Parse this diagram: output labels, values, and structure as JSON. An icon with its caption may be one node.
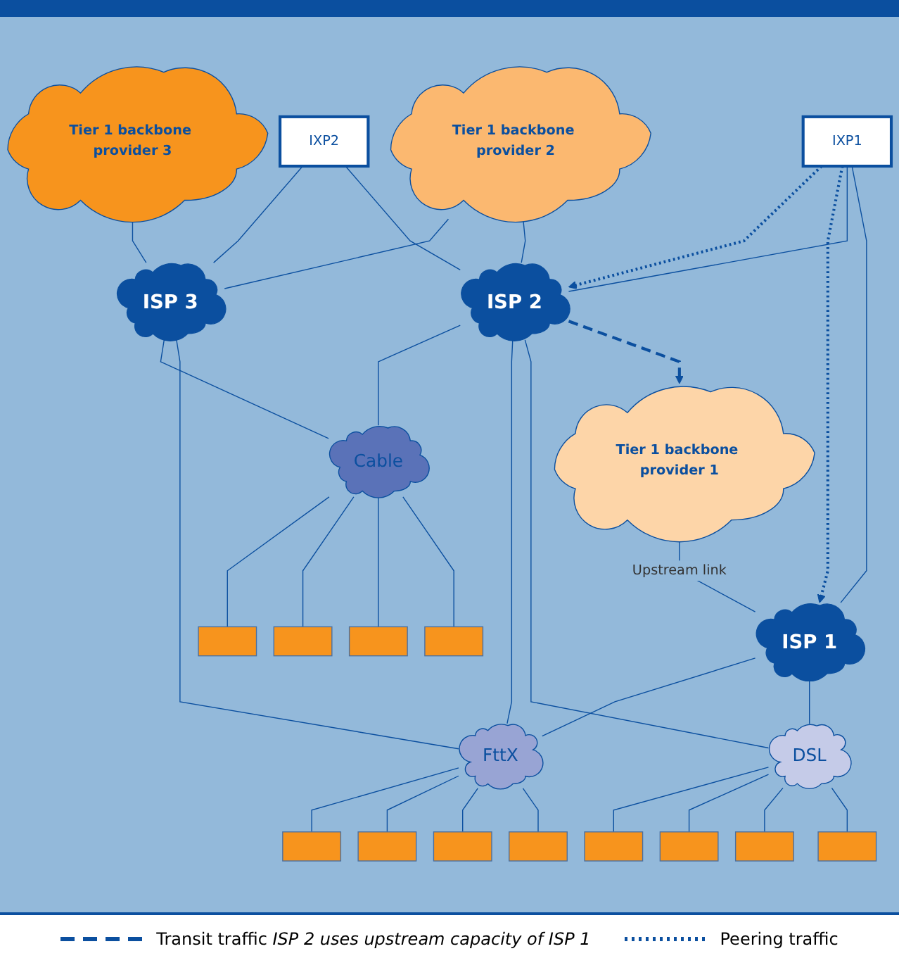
{
  "diagram": {
    "nodes": [
      {
        "text": [
          "Tier 1 backbone provider 3"
        ]
      },
      {
        "text": [
          "Tier 1 backbone provider 2"
        ]
      },
      {
        "text": [
          "Tier 1 backbone provider 1"
        ]
      },
      {
        "text": [
          "IXP1"
        ]
      },
      {
        "text": [
          "IXP2"
        ]
      },
      {
        "text": [
          "ISP 1"
        ]
      },
      {
        "text": [
          "ISP 2"
        ]
      },
      {
        "text": [
          "ISP 3"
        ]
      },
      {
        "text": [
          "DSL"
        ]
      },
      {
        "text": [
          "FttX"
        ]
      },
      {
        "text": [
          "Cable"
        ]
      },
      {
        "text": [],
        "shape": "box"
      },
      {
        "text": [],
        "shape": "box"
      },
      {
        "text": [],
        "shape": "box"
      },
      {
        "text": [],
        "shape": "box"
      },
      {
        "text": [],
        "shape": "box"
      },
      {
        "text": [],
        "shape": "box"
      },
      {
        "text": [],
        "shape": "box"
      },
      {
        "text": [],
        "shape": "box"
      },
      {
        "text": [],
        "shape": "box"
      },
      {
        "text": [],
        "shape": "box"
      },
      {
        "text": [],
        "shape": "box"
      },
      {
        "text": [],
        "shape": "box"
      }
    ],
    "edges": [
      {
        "from": 2,
        "to": 5,
        "arrow": "none",
        "label": "Upstream link"
      },
      {
        "from": 1,
        "to": 6,
        "arrow": "none"
      },
      {
        "from": 1,
        "to": 7,
        "arrow": "none"
      },
      {
        "from": 0,
        "to": 7,
        "arrow": "none"
      },
      {
        "from": 3,
        "to": 5,
        "arrow": "none"
      },
      {
        "from": 3,
        "to": 6,
        "arrow": "none"
      },
      {
        "from": 4,
        "to": 6,
        "arrow": "none"
      },
      {
        "from": 4,
        "to": 7,
        "arrow": "none"
      },
      {
        "from": 6,
        "to": 2,
        "arrow": "to",
        "style": "dashed"
      },
      {
        "from": 3,
        "to": 5,
        "arrow": "to",
        "style": "dashed"
      },
      {
        "from": 3,
        "to": 6,
        "arrow": "to",
        "style": "dashed"
      },
      {
        "from": 5,
        "to": 8,
        "arrow": "none"
      },
      {
        "from": 5,
        "to": 9,
        "arrow": "none"
      },
      {
        "from": 6,
        "to": 8,
        "arrow": "none"
      },
      {
        "from": 6,
        "to": 9,
        "arrow": "none"
      },
      {
        "from": 6,
        "to": 10,
        "arrow": "none"
      },
      {
        "from": 7,
        "to": 9,
        "arrow": "none"
      },
      {
        "from": 7,
        "to": 10,
        "arrow": "none"
      },
      {
        "from": 8,
        "to": 11,
        "arrow": "none"
      },
      {
        "from": 8,
        "to": 12,
        "arrow": "none"
      },
      {
        "from": 8,
        "to": 13,
        "arrow": "none"
      },
      {
        "from": 8,
        "to": 14,
        "arrow": "none"
      },
      {
        "from": 9,
        "to": 15,
        "arrow": "none"
      },
      {
        "from": 9,
        "to": 16,
        "arrow": "none"
      },
      {
        "from": 9,
        "to": 17,
        "arrow": "none"
      },
      {
        "from": 9,
        "to": 18,
        "arrow": "none"
      },
      {
        "from": 10,
        "to": 19,
        "arrow": "none"
      },
      {
        "from": 10,
        "to": 20,
        "arrow": "none"
      },
      {
        "from": 10,
        "to": 21,
        "arrow": "none"
      },
      {
        "from": 10,
        "to": 22,
        "arrow": "none"
      }
    ],
    "legend": [
      {
        "text": "Transit traffic *ISP 2 uses upstream capacity of ISP 1*"
      },
      {
        "text": "Peering traffic"
      }
    ]
  }
}
